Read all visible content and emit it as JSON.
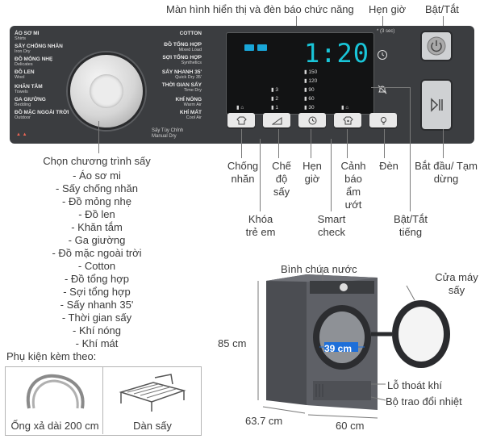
{
  "annotations": {
    "display": "Màn hình hiển thị và đèn báo chức năng",
    "timer": "Hẹn giờ",
    "power": "Bật/Tắt",
    "program": "Chọn chương trình sấy",
    "anti_wrinkle": "Chống nhăn",
    "dry_level": "Chế độ sấy",
    "time": "Hẹn giờ",
    "wet_alarm": "Cảnh báo ẩm ướt",
    "lamp": "Đèn",
    "start": "Bắt đầu/ Tạm dừng",
    "child_lock": "Khóa trẻ em",
    "smart_check": "Smart check",
    "sound": "Bật/Tắt tiếng"
  },
  "programs": [
    "- Áo sơ mi",
    "- Sấy chống nhăn",
    "- Đồ mỏng nhẹ",
    "- Đồ len",
    "- Khăn tắm",
    "- Ga giường",
    "- Đồ mặc ngoài trời",
    "- Cotton",
    "- Đồ tổng hợp",
    "- Sợi tổng hợp",
    "- Sấy nhanh 35'",
    "- Thời gian sấy",
    "- Khí nóng",
    "- Khí mát"
  ],
  "panel": {
    "left_dial": [
      {
        "main": "ÁO SƠ MI",
        "sub": "Shirts"
      },
      {
        "main": "SẤY CHỐNG NHĂN",
        "sub": "Iron Dry"
      },
      {
        "main": "ĐỒ MỎNG NHẸ",
        "sub": "Delicates"
      },
      {
        "main": "ĐỒ LEN",
        "sub": "Wool"
      },
      {
        "main": "KHĂN TẮM",
        "sub": "Towels"
      },
      {
        "main": "GA GIƯỜNG",
        "sub": "Bedding"
      },
      {
        "main": "ĐỒ MẶC NGOÀI TRỜI",
        "sub": "Outdoor"
      }
    ],
    "right_dial": [
      {
        "main": "COTTON",
        "sub": ""
      },
      {
        "main": "ĐỒ TỔNG HỢP",
        "sub": "Mixed Load"
      },
      {
        "main": "SỢI TỔNG HỢP",
        "sub": "Synthetics"
      },
      {
        "main": "SẤY NHANH 35'",
        "sub": "Quick Dry 35'"
      },
      {
        "main": "THỜI GIAN SẤY",
        "sub": "Time Dry"
      },
      {
        "main": "KHÍ NÓNG",
        "sub": "Warm Air"
      },
      {
        "main": "KHÍ MÁT",
        "sub": "Cool Air"
      }
    ],
    "manual_dry": "Sấy Tùy Chỉnh",
    "manual_dry_en": "Manual Dry",
    "display_time": "1:20",
    "hold_note": "* (3 sec)",
    "levels_left": [
      "3",
      "2",
      "1"
    ],
    "levels_right": [
      "150",
      "120",
      "90",
      "60",
      "30"
    ]
  },
  "dryer": {
    "tank": "Bình chứa nước",
    "door": "Cửa máy sấy",
    "vent": "Lỗ thoát khí",
    "heat_exchanger": "Bộ trao đổi nhiệt",
    "height": "85 cm",
    "depth": "63.7 cm",
    "width": "60 cm",
    "drum": "39 cm"
  },
  "accessories": {
    "title": "Phụ kiện kèm theo:",
    "hose": "Ống xả dài 200 cm",
    "rack": "Dàn sấy"
  },
  "colors": {
    "panel": "#3b3d40",
    "display_digits": "#19c5d8",
    "drum_highlight": "#1e6fd9",
    "dryer_body": "#5e6066"
  }
}
